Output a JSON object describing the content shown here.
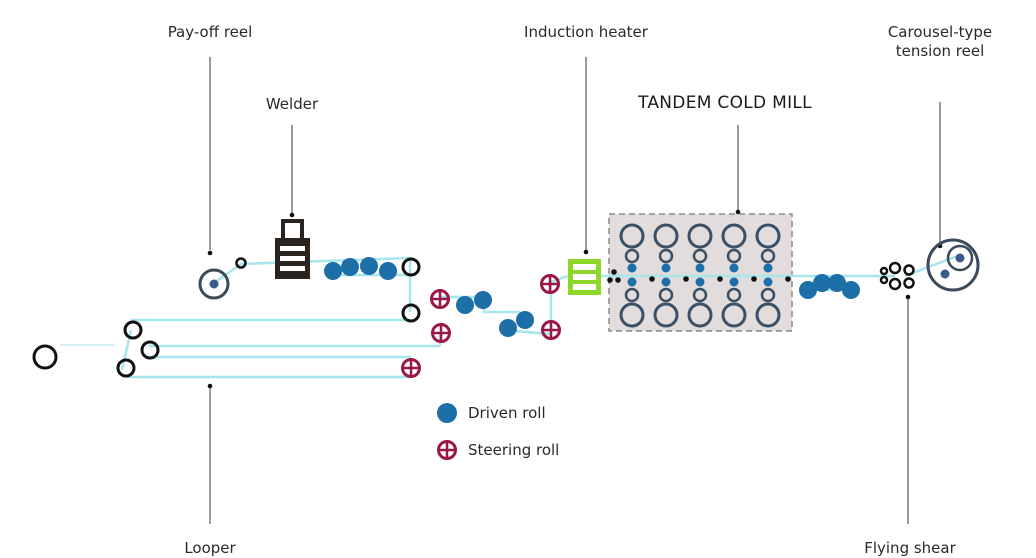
{
  "diagram": {
    "title": "TANDEM COLD MILL",
    "labels": {
      "payoff_reel": "Pay-off reel",
      "welder": "Welder",
      "induction_heater": "Induction heater",
      "tension_reel": "Carousel-type\ntension reel",
      "looper": "Looper",
      "flying_shear": "Flying shear"
    },
    "legend": [
      {
        "key": "driven",
        "label": "Driven roll",
        "icon": "filled-circle-icon"
      },
      {
        "key": "steering",
        "label": "Steering roll",
        "icon": "circle-plus-icon"
      }
    ],
    "mill_stands": 5,
    "colors": {
      "strip": "#a6e6ec",
      "driven_roll": "#1d6fa8",
      "steering_roll": "#9b1748",
      "outline_roll": "#111111",
      "mill_roll": "#3a5066",
      "mill_box": "#e2dcdc",
      "induction_heater": "#8fd62a",
      "welder": "#2b231e",
      "leader_line": "#555555"
    }
  }
}
